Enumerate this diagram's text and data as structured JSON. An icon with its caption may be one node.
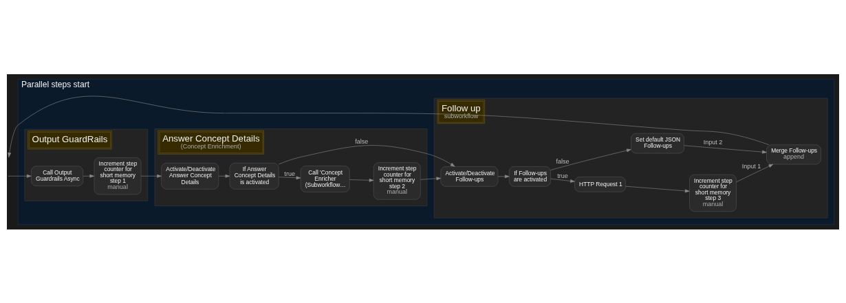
{
  "diagram": {
    "nodes": [
      {
        "text": [
          "Parallel steps start"
        ]
      },
      {
        "text": [
          "Output GuardRails"
        ],
        "in": 0
      },
      {
        "text": [
          "Call Output Guardrails Async"
        ],
        "in": 1
      },
      {
        "text": [
          "Increment step counter for short memory step 1",
          "manual"
        ],
        "in": 1
      },
      {
        "text": [
          "Answer Concept Details",
          "(Concept Enrichment)"
        ],
        "in": 0
      },
      {
        "text": [
          "Activate/Deactivate Answer Concept Details"
        ],
        "in": 4
      },
      {
        "text": [
          "If Answer Concept Details is activated"
        ],
        "in": 4
      },
      {
        "text": [
          "Call 'Concept Enricher (Subworkflow…"
        ],
        "in": 4
      },
      {
        "text": [
          "Increment step counter for short memory step 2",
          "manual"
        ],
        "in": 4
      },
      {
        "text": [
          "Follow up",
          "subworkflow"
        ],
        "in": 0
      },
      {
        "text": [
          "Activate/Deactivate Follow-ups"
        ],
        "in": 9
      },
      {
        "text": [
          "If Follow-ups are activated"
        ],
        "in": 9
      },
      {
        "text": [
          "HTTP Request 1"
        ],
        "in": 9
      },
      {
        "text": [
          "Increment step counter for short memory step 3",
          "manual"
        ],
        "in": 9
      },
      {
        "text": [
          "Set default JSON Follow-ups"
        ],
        "in": 9
      },
      {
        "text": [
          "Merge Follow-ups",
          "append"
        ],
        "in": 9
      }
    ],
    "edges": [
      {
        "from": null,
        "to": 2,
        "arrow": "to"
      },
      {
        "from": 2,
        "to": 3,
        "arrow": "to"
      },
      {
        "from": 3,
        "to": 5,
        "arrow": "to"
      },
      {
        "from": 5,
        "to": 6,
        "arrow": "to"
      },
      {
        "from": 6,
        "to": 7,
        "arrow": "to",
        "label": "true"
      },
      {
        "from": 6,
        "to": 10,
        "arrow": "to",
        "label": "false"
      },
      {
        "from": 7,
        "to": 8,
        "arrow": "to"
      },
      {
        "from": 8,
        "to": 10,
        "arrow": "to"
      },
      {
        "from": 10,
        "to": 11,
        "arrow": "to"
      },
      {
        "from": 11,
        "to": 12,
        "arrow": "to",
        "label": "true"
      },
      {
        "from": 11,
        "to": 14,
        "arrow": "to",
        "label": "false"
      },
      {
        "from": 12,
        "to": 13,
        "arrow": "to"
      },
      {
        "from": 13,
        "to": 15,
        "arrow": "to",
        "label": "Input 1"
      },
      {
        "from": 14,
        "to": 15,
        "arrow": "to",
        "label": "Input 2"
      },
      {
        "from": 15,
        "to": null,
        "arrow": "to"
      }
    ]
  }
}
